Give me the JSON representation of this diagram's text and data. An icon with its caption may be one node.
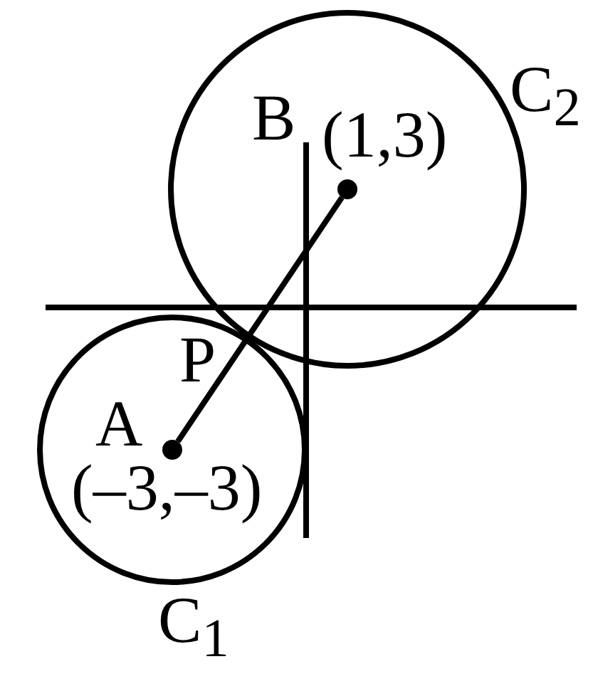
{
  "diagram": {
    "nodes": [
      {
        "text": [
          "C$_{2}$"
        ]
      },
      {
        "text": [
          "B",
          "(1,3)"
        ],
        "in": 0
      },
      {
        "text": [
          "C$_{1}$"
        ]
      },
      {
        "text": [
          "A",
          "(–3,–3)"
        ],
        "in": 2
      }
    ],
    "edges": [
      {
        "from": 3,
        "to": 1,
        "arrow": "none"
      }
    ],
    "labels": [
      "P"
    ]
  }
}
